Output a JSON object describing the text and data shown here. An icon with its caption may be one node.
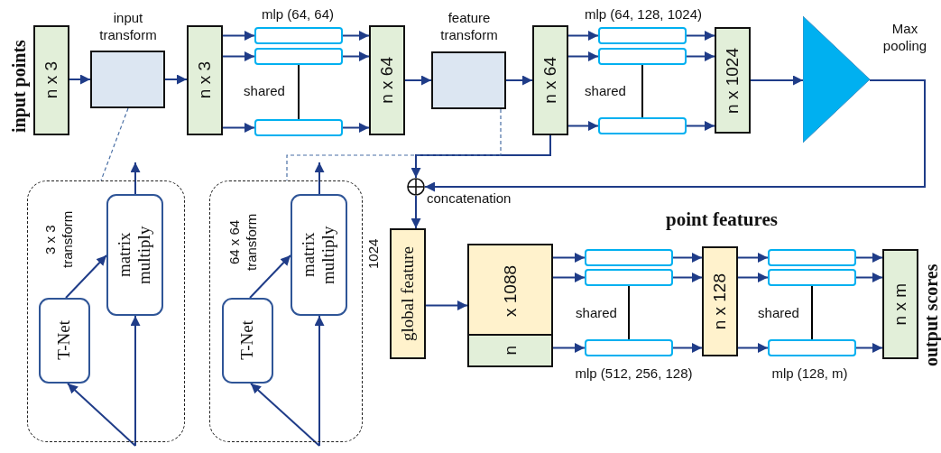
{
  "diagram": {
    "nodes": [
      {
        "text": [
          "n x 3"
        ],
        "beside": [
          "input points"
        ]
      },
      {
        "text": [
          "input transform"
        ]
      },
      {
        "text": [
          "n x 3"
        ]
      },
      {
        "text": [],
        "shape": "box"
      },
      {
        "text": [],
        "shape": "box"
      },
      {
        "text": [],
        "shape": "box"
      },
      {
        "text": [
          "n x 64"
        ]
      },
      {
        "text": [
          "feature transform"
        ]
      },
      {
        "text": [
          "n x 64"
        ]
      },
      {
        "text": [],
        "shape": "box"
      },
      {
        "text": [],
        "shape": "box"
      },
      {
        "text": [],
        "shape": "box"
      },
      {
        "text": [
          "n x 1024"
        ]
      },
      {
        "text": [
          "Max pooling"
        ]
      },
      {
        "text": [],
        "shape": "circle",
        "beside": [
          "concatenation"
        ]
      },
      {
        "text": [
          "global feature"
        ],
        "beside": [
          "1024"
        ]
      },
      {
        "text": [
          "x 1088"
        ]
      },
      {
        "text": [
          "n"
        ],
        "in": 16
      },
      {
        "text": [],
        "shape": "box"
      },
      {
        "text": [],
        "shape": "box"
      },
      {
        "text": [],
        "shape": "box"
      },
      {
        "text": [
          "n x 128"
        ]
      },
      {
        "text": [],
        "shape": "box"
      },
      {
        "text": [],
        "shape": "box"
      },
      {
        "text": [],
        "shape": "box"
      },
      {
        "text": [
          "n x m"
        ],
        "beside": [
          "output scores"
        ]
      },
      {
        "text": [
          "3 x 3 transform"
        ]
      },
      {
        "text": [
          "T-Net"
        ],
        "in": 26
      },
      {
        "text": [
          "matrix multiply"
        ],
        "in": 26
      },
      {
        "text": [
          "64 x 64 transform"
        ]
      },
      {
        "text": [
          "T-Net"
        ],
        "in": 29
      },
      {
        "text": [
          "matrix multiply"
        ],
        "in": 29
      }
    ],
    "edges": [
      {
        "from": 0,
        "to": 1,
        "arrow": "to"
      },
      {
        "from": 1,
        "to": 2,
        "arrow": "to"
      },
      {
        "from": 2,
        "to": 3,
        "arrow": "to"
      },
      {
        "from": 2,
        "to": 4,
        "arrow": "to"
      },
      {
        "from": 2,
        "to": 5,
        "arrow": "to"
      },
      {
        "from": 3,
        "to": 6,
        "arrow": "to"
      },
      {
        "from": 4,
        "to": 6,
        "arrow": "to"
      },
      {
        "from": 5,
        "to": 6,
        "arrow": "to"
      },
      {
        "from": 4,
        "to": 5,
        "arrow": "none",
        "label": "shared",
        "color": "#000000"
      },
      {
        "from": 6,
        "to": 7,
        "arrow": "to"
      },
      {
        "from": 7,
        "to": 8,
        "arrow": "to"
      },
      {
        "from": 8,
        "to": 9,
        "arrow": "to"
      },
      {
        "from": 8,
        "to": 10,
        "arrow": "to"
      },
      {
        "from": 8,
        "to": 11,
        "arrow": "to"
      },
      {
        "from": 9,
        "to": 12,
        "arrow": "to"
      },
      {
        "from": 10,
        "to": 12,
        "arrow": "to"
      },
      {
        "from": 11,
        "to": 12,
        "arrow": "to"
      },
      {
        "from": 10,
        "to": 11,
        "arrow": "none",
        "label": "shared",
        "color": "#000000"
      },
      {
        "from": 12,
        "to": 13,
        "arrow": "to"
      },
      {
        "from": 13,
        "to": 14,
        "arrow": "to"
      },
      {
        "from": 8,
        "to": 14,
        "arrow": "to"
      },
      {
        "from": 14,
        "to": 15,
        "arrow": "to"
      },
      {
        "from": 15,
        "to": 16,
        "arrow": "to"
      },
      {
        "from": 16,
        "to": 18,
        "arrow": "to"
      },
      {
        "from": 16,
        "to": 19,
        "arrow": "to"
      },
      {
        "from": 16,
        "to": 20,
        "arrow": "to"
      },
      {
        "from": 18,
        "to": 21,
        "arrow": "to"
      },
      {
        "from": 19,
        "to": 21,
        "arrow": "to"
      },
      {
        "from": 20,
        "to": 21,
        "arrow": "to"
      },
      {
        "from": 19,
        "to": 20,
        "arrow": "none",
        "label": "shared",
        "color": "#000000"
      },
      {
        "from": 21,
        "to": 22,
        "arrow": "to"
      },
      {
        "from": 21,
        "to": 23,
        "arrow": "to"
      },
      {
        "from": 21,
        "to": 24,
        "arrow": "to"
      },
      {
        "from": 22,
        "to": 25,
        "arrow": "to"
      },
      {
        "from": 23,
        "to": 25,
        "arrow": "to"
      },
      {
        "from": 24,
        "to": 25,
        "arrow": "to"
      },
      {
        "from": 23,
        "to": 24,
        "arrow": "none",
        "label": "shared",
        "color": "#000000"
      },
      {
        "from": 1,
        "to": 26,
        "arrow": "none",
        "style": "dashed",
        "color": "#4a6fa5"
      },
      {
        "from": null,
        "to": 27,
        "arrow": "to"
      },
      {
        "from": null,
        "to": 28,
        "arrow": "to"
      },
      {
        "from": 27,
        "to": 28,
        "arrow": "to"
      },
      {
        "from": 28,
        "to": null,
        "arrow": "to"
      },
      {
        "from": 7,
        "to": 29,
        "arrow": "none",
        "style": "dashed",
        "color": "#4a6fa5"
      },
      {
        "from": null,
        "to": 30,
        "arrow": "to"
      },
      {
        "from": null,
        "to": 31,
        "arrow": "to"
      },
      {
        "from": 30,
        "to": 31,
        "arrow": "to"
      },
      {
        "from": 31,
        "to": null,
        "arrow": "to"
      }
    ],
    "labels": [
      "mlp (64, 64)",
      "mlp (64, 128, 1024)",
      "point features",
      "mlp (512, 256, 128)",
      "mlp (128, m)"
    ]
  }
}
